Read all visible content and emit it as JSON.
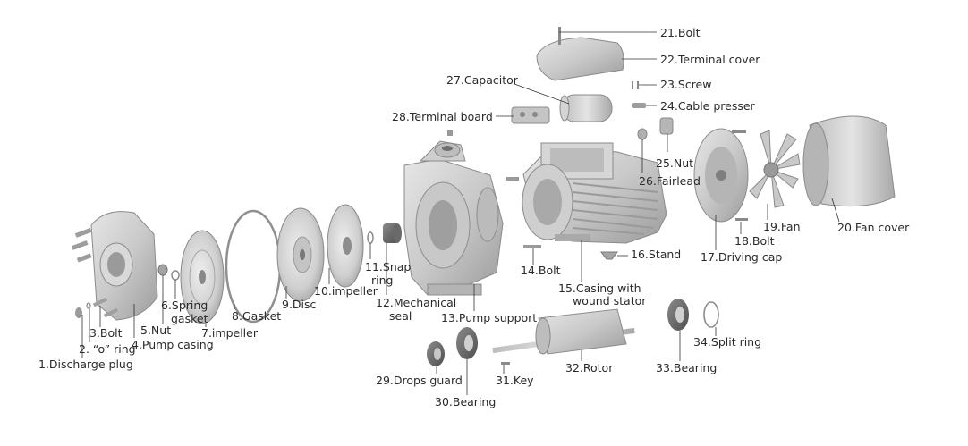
{
  "diagram": {
    "labels": {
      "p1": "1.Discharge plug",
      "p2": "2. “o” ring",
      "p3": "3.Bolt",
      "p4": "4.Pump casing",
      "p5": "5.Nut",
      "p6a": "6.Spring",
      "p6b": "gasket",
      "p7": "7.impeller",
      "p8": "8.Gasket",
      "p9": "9.Disc",
      "p10": "10.impeller",
      "p11a": "11.Snap",
      "p11b": "ring",
      "p12a": "12.Mechanical",
      "p12b": "seal",
      "p13": "13.Pump support",
      "p14": "14.Bolt",
      "p15a": "15.Casing with",
      "p15b": "wound stator",
      "p16": "16.Stand",
      "p17": "17.Driving cap",
      "p18": "18.Bolt",
      "p19": "19.Fan",
      "p20": "20.Fan cover",
      "p21": "21.Bolt",
      "p22": "22.Terminal cover",
      "p23": "23.Screw",
      "p24": "24.Cable presser",
      "p25": "25.Nut",
      "p26": "26.Fairlead",
      "p27": "27.Capacitor",
      "p28": "28.Terminal board",
      "p29": "29.Drops guard",
      "p30": "30.Bearing",
      "p31": "31.Key",
      "p32": "32.Rotor",
      "p33": "33.Bearing",
      "p34": "34.Split ring"
    }
  }
}
